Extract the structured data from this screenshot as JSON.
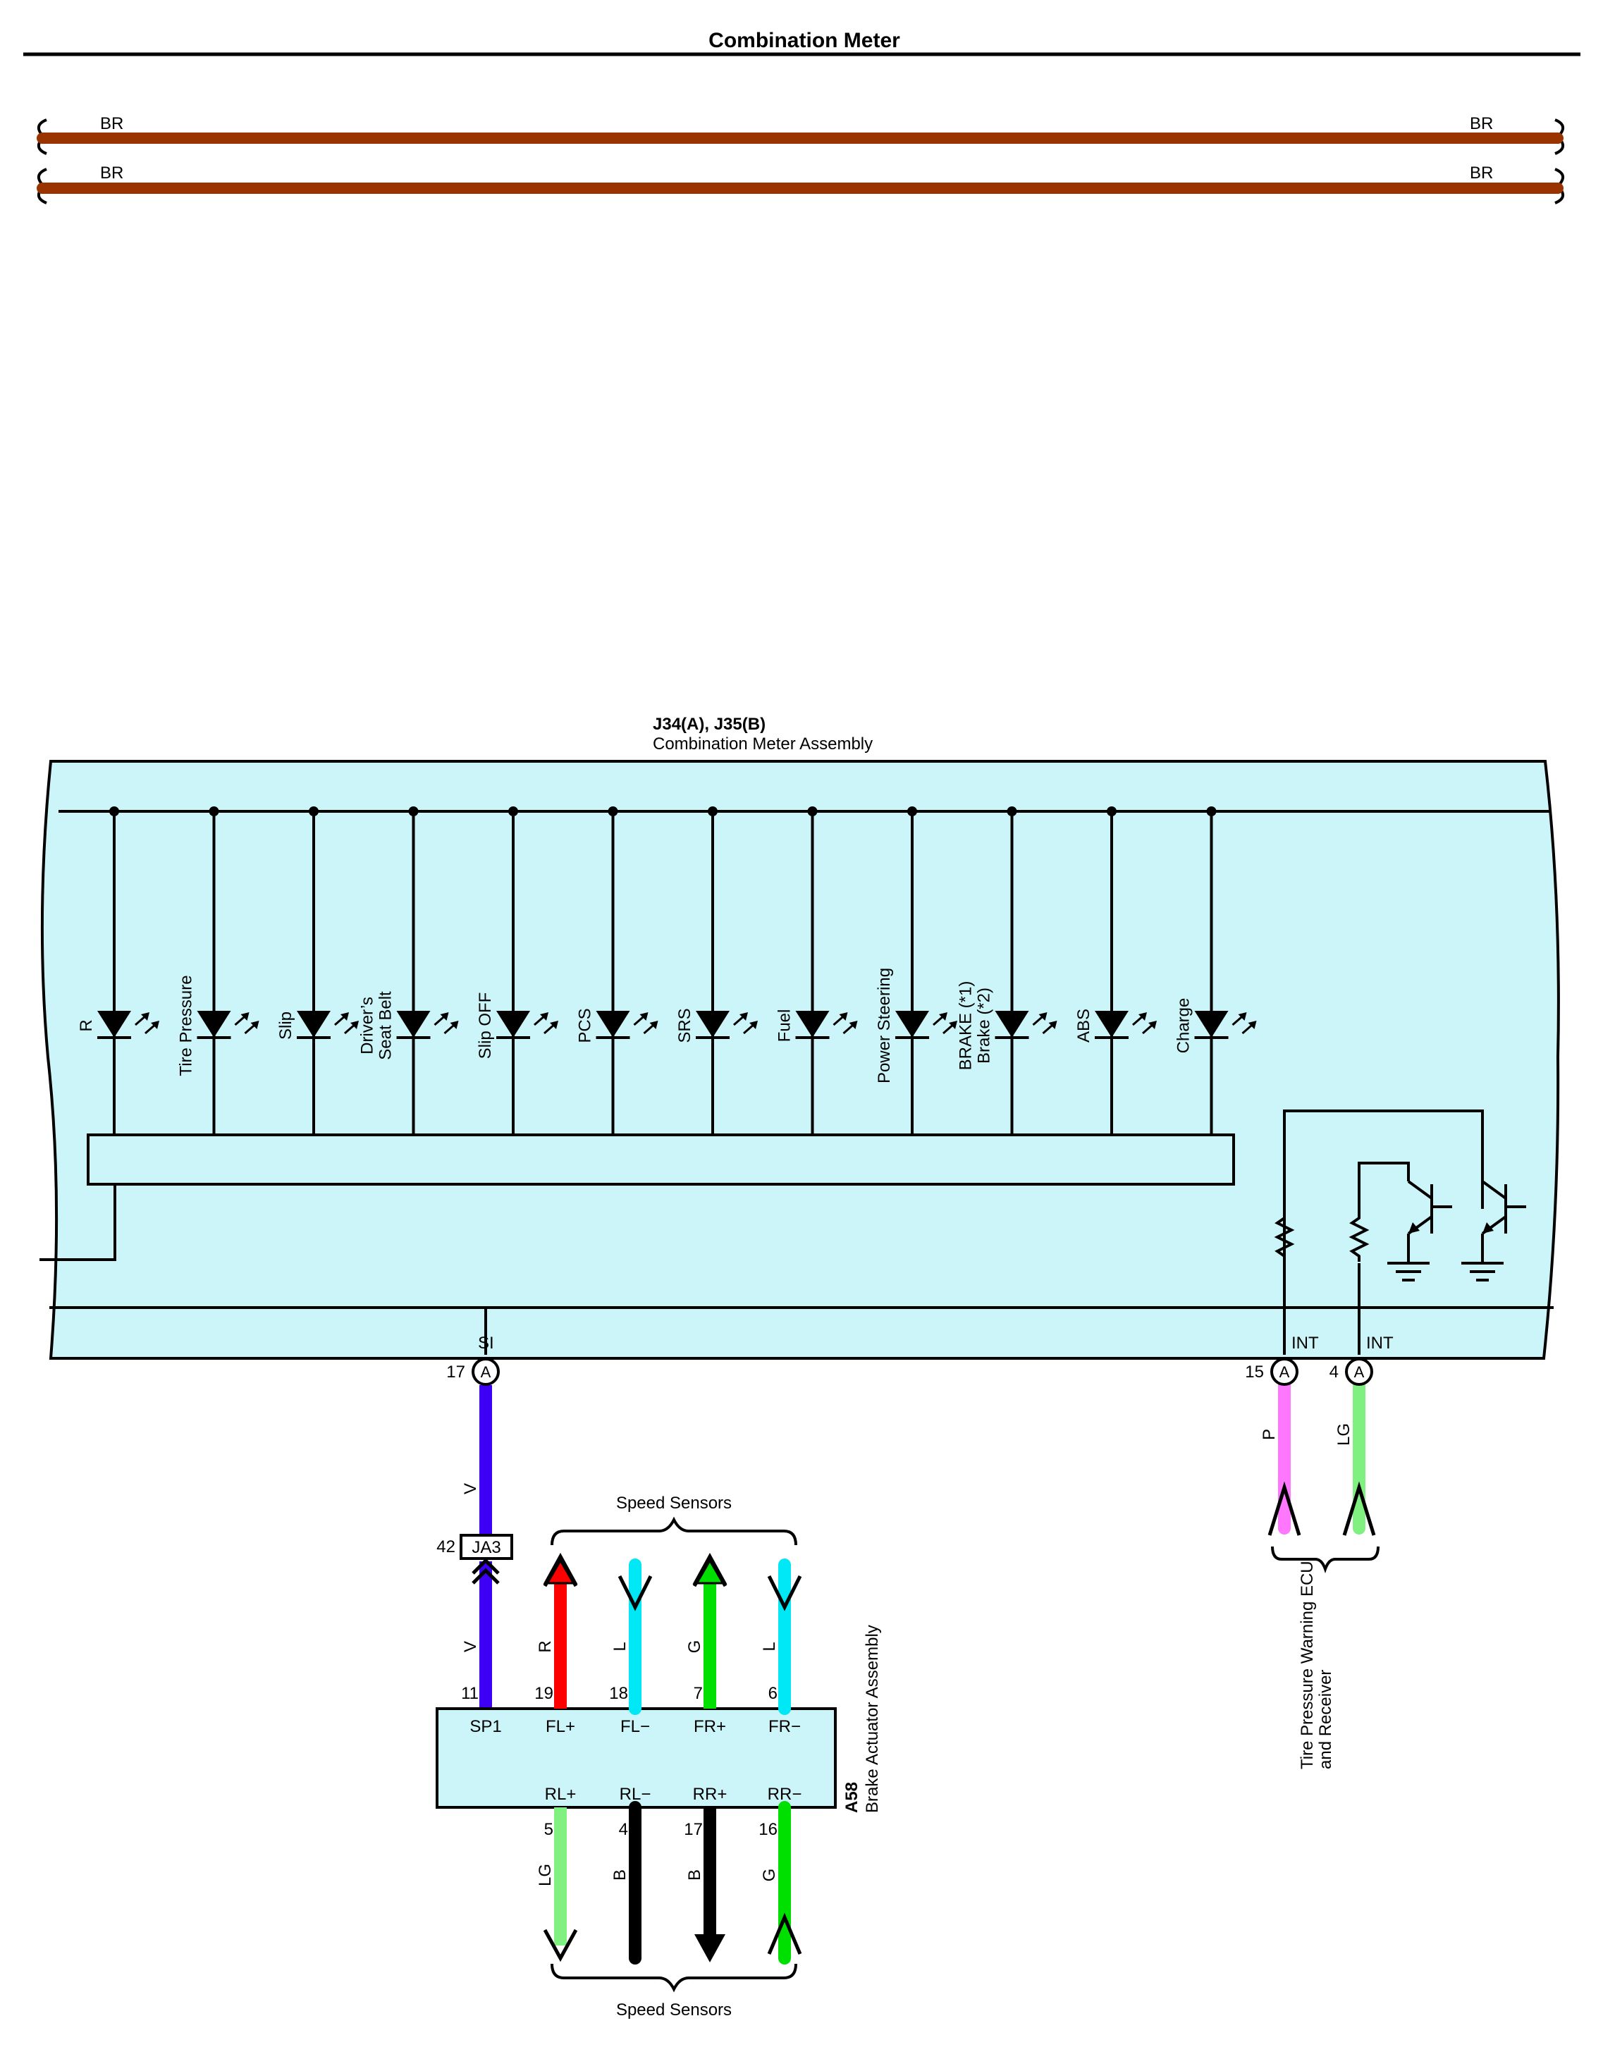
{
  "title": "Combination Meter",
  "colors": {
    "panel_fill": "#ccf5f9",
    "BR": "#993300",
    "V": "#3d00f5",
    "P": "#ff77ff",
    "LG": "#80f080",
    "R": "#ff0000",
    "L": "#00e8f5",
    "G": "#00e000",
    "B": "#000000"
  },
  "top_wires": {
    "upper": {
      "left_label": "BR",
      "right_label": "BR",
      "color_code": "BR"
    },
    "lower": {
      "left_label": "BR",
      "right_label": "BR",
      "color_code": "BR"
    }
  },
  "meter": {
    "connector_id": "J34(A), J35(B)",
    "name": "Combination Meter Assembly",
    "indicators": [
      {
        "lines": [
          "R"
        ]
      },
      {
        "lines": [
          "Tire Pressure"
        ]
      },
      {
        "lines": [
          "Slip"
        ]
      },
      {
        "lines": [
          "Driver’s",
          "Seat Belt"
        ]
      },
      {
        "lines": [
          "Slip OFF"
        ]
      },
      {
        "lines": [
          "PCS"
        ]
      },
      {
        "lines": [
          "SRS"
        ]
      },
      {
        "lines": [
          "Fuel"
        ]
      },
      {
        "lines": [
          "Power Steering"
        ]
      },
      {
        "lines": [
          "BRAKE (*1)",
          "Brake (*2)"
        ]
      },
      {
        "lines": [
          "ABS"
        ]
      },
      {
        "lines": [
          "Charge"
        ]
      }
    ],
    "terminals": {
      "si": {
        "name": "SI",
        "pin": "17",
        "connector": "A"
      },
      "int1": {
        "name": "INT",
        "pin": "15",
        "connector": "A"
      },
      "int2": {
        "name": "INT",
        "pin": "4",
        "connector": "A"
      }
    }
  },
  "wires": {
    "si_upper": "V",
    "si_lower": "V",
    "int1": "P",
    "int2": "LG"
  },
  "junction": {
    "pin": "42",
    "name": "JA3"
  },
  "brake_actuator": {
    "connector_id": "A58",
    "name": "Brake Actuator Assembly",
    "top_pins": [
      {
        "terminal": "SP1",
        "pin": "11",
        "color": "V"
      },
      {
        "terminal": "FL+",
        "pin": "19",
        "color": "R"
      },
      {
        "terminal": "FL−",
        "pin": "18",
        "color": "L"
      },
      {
        "terminal": "FR+",
        "pin": "7",
        "color": "G"
      },
      {
        "terminal": "FR−",
        "pin": "6",
        "color": "L"
      }
    ],
    "bottom_pins": [
      {
        "terminal": "RL+",
        "pin": "5",
        "color": "LG"
      },
      {
        "terminal": "RL−",
        "pin": "4",
        "color": "B"
      },
      {
        "terminal": "RR+",
        "pin": "17",
        "color": "B"
      },
      {
        "terminal": "RR−",
        "pin": "16",
        "color": "G"
      }
    ]
  },
  "speed_sensors_top": "Speed Sensors",
  "speed_sensors_bottom": "Speed Sensors",
  "tpms": {
    "lines": [
      "Tire Pressure Warning ECU",
      "and Receiver"
    ]
  }
}
